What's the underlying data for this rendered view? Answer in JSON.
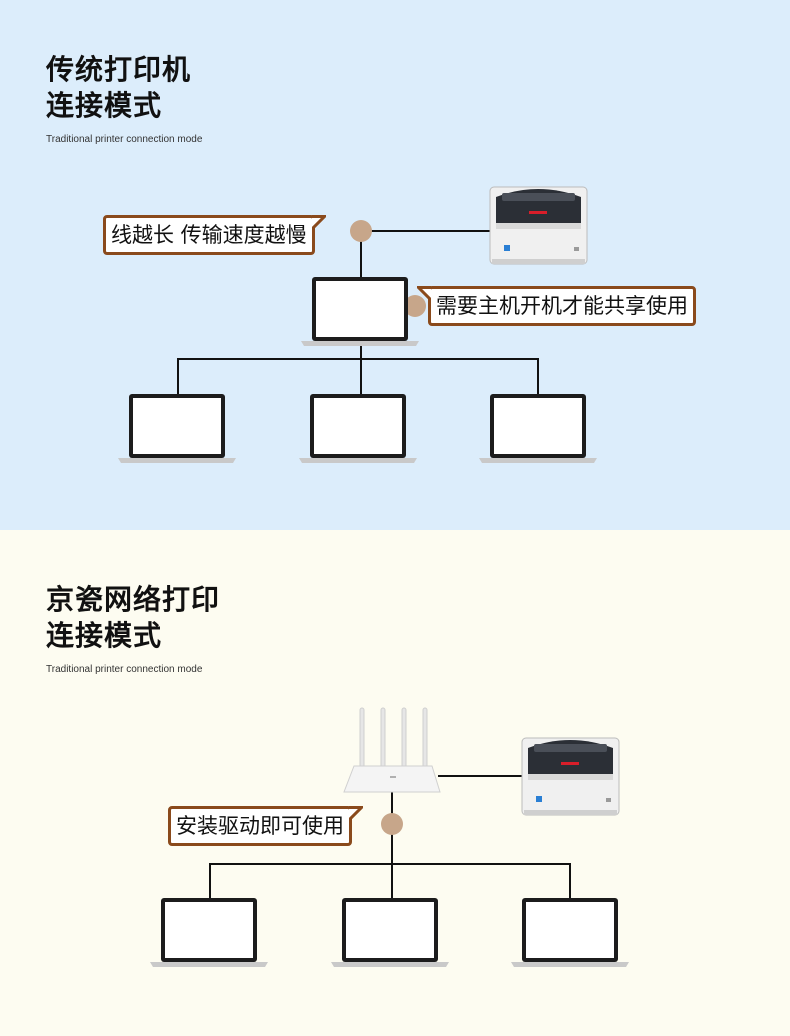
{
  "traditional": {
    "title_line1": "传统打印机",
    "title_line2": "连接模式",
    "subtitle": "Traditional printer connection mode",
    "callout_cable": "线越长 传输速度越慢",
    "callout_host": "需要主机开机才能共享使用"
  },
  "network": {
    "title_line1": "京瓷网络打印",
    "title_line2": "连接模式",
    "subtitle": "Traditional printer connection mode",
    "callout_driver": "安装驱动即可使用"
  },
  "colors": {
    "top_bg": "#dcedfb",
    "bottom_bg": "#fdfcf1",
    "callout_border": "#8a4a1c",
    "dot": "#c7a68a",
    "printer_logo": "#d81e2a"
  },
  "icons": [
    "printer-icon",
    "laptop-icon",
    "router-icon"
  ]
}
